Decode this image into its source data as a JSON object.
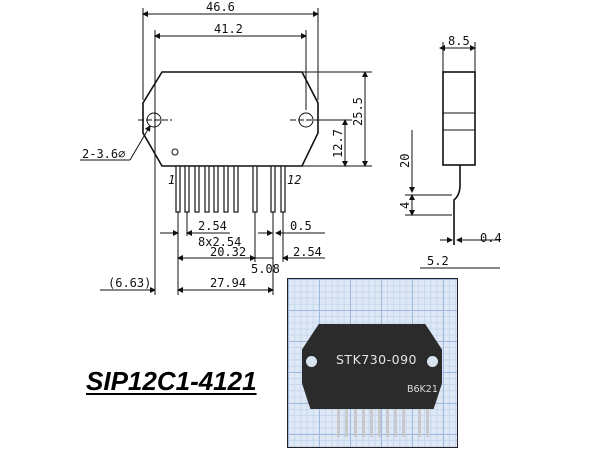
{
  "title": "SIP12C1-4121",
  "front_view": {
    "overall_width": "46.6",
    "hole_spacing": "41.2",
    "height": "25.5",
    "hole_height": "12.7",
    "hole_callout": "2-3.6⌀",
    "pin_first": "1",
    "pin_last": "12",
    "pin_pitch": "2.54",
    "pin_thickness": "0.5",
    "pitch_count": "8x2.54",
    "span_8": "20.32",
    "pitch_right": "2.54",
    "gap": "5.08",
    "offset": "(6.63)",
    "pin_span": "27.94"
  },
  "side_view": {
    "thickness": "8.5",
    "lead_length": "20",
    "bend": "4",
    "lead_thickness": "0.4",
    "lead_offset": "5.2"
  },
  "photo": {
    "part_number": "STK730-090",
    "date_code": "B6K21"
  }
}
